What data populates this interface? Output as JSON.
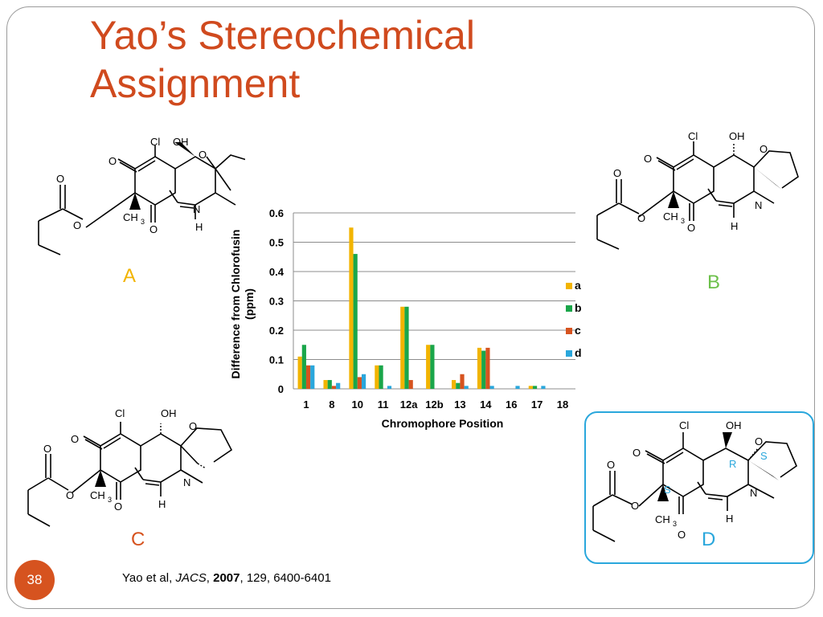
{
  "slide": {
    "title_line1": "Yao’s Stereochemical",
    "title_line2": "Assignment",
    "slide_number": "38",
    "citation": {
      "authors": "Yao et al, ",
      "journal": "JACS",
      "sep": ", ",
      "year": "2007",
      "rest": ", 129, 6400-6401"
    }
  },
  "structures": [
    {
      "letter": "A",
      "color": "#f2b400"
    },
    {
      "letter": "B",
      "color": "#6cc04a"
    },
    {
      "letter": "C",
      "color": "#d6531f"
    },
    {
      "letter": "D",
      "color": "#2aa7dc"
    }
  ],
  "atom_labels": {
    "cl": "Cl",
    "oh": "OH",
    "o": "O",
    "n": "N",
    "h": "H",
    "ch3": "CH",
    "sub3": "3",
    "r": "R",
    "s": "S"
  },
  "colors": {
    "title": "#d04a1e",
    "stereo_labels": "#2aa7dc",
    "slide_badge": "#d6531f"
  },
  "chart_data": {
    "type": "bar",
    "categories": [
      "1",
      "8",
      "10",
      "11",
      "12a",
      "12b",
      "13",
      "14",
      "16",
      "17",
      "18"
    ],
    "series": [
      {
        "name": "a",
        "color": "#f2b400",
        "values": [
          0.11,
          0.03,
          0.55,
          0.08,
          0.28,
          0.15,
          0.03,
          0.14,
          0.0,
          0.01,
          0.0
        ]
      },
      {
        "name": "b",
        "color": "#1aa64a",
        "values": [
          0.15,
          0.03,
          0.46,
          0.08,
          0.28,
          0.15,
          0.02,
          0.13,
          0.0,
          0.01,
          0.0
        ]
      },
      {
        "name": "c",
        "color": "#d6531f",
        "values": [
          0.08,
          0.01,
          0.04,
          0.0,
          0.03,
          0.0,
          0.05,
          0.14,
          0.0,
          0.0,
          0.0
        ]
      },
      {
        "name": "d",
        "color": "#2aa7dc",
        "values": [
          0.08,
          0.02,
          0.05,
          0.01,
          0.0,
          0.0,
          0.01,
          0.01,
          0.01,
          0.01,
          0.0
        ]
      }
    ],
    "ylim": [
      0,
      0.6
    ],
    "yticks": [
      "0",
      "0.1",
      "0.2",
      "0.3",
      "0.4",
      "0.5",
      "0.6"
    ],
    "ylabel_line1": "Difference from Chlorofusin",
    "ylabel_line2": "(ppm)",
    "xlabel": "Chromophore Position",
    "legend_position": "right",
    "grid": true
  }
}
